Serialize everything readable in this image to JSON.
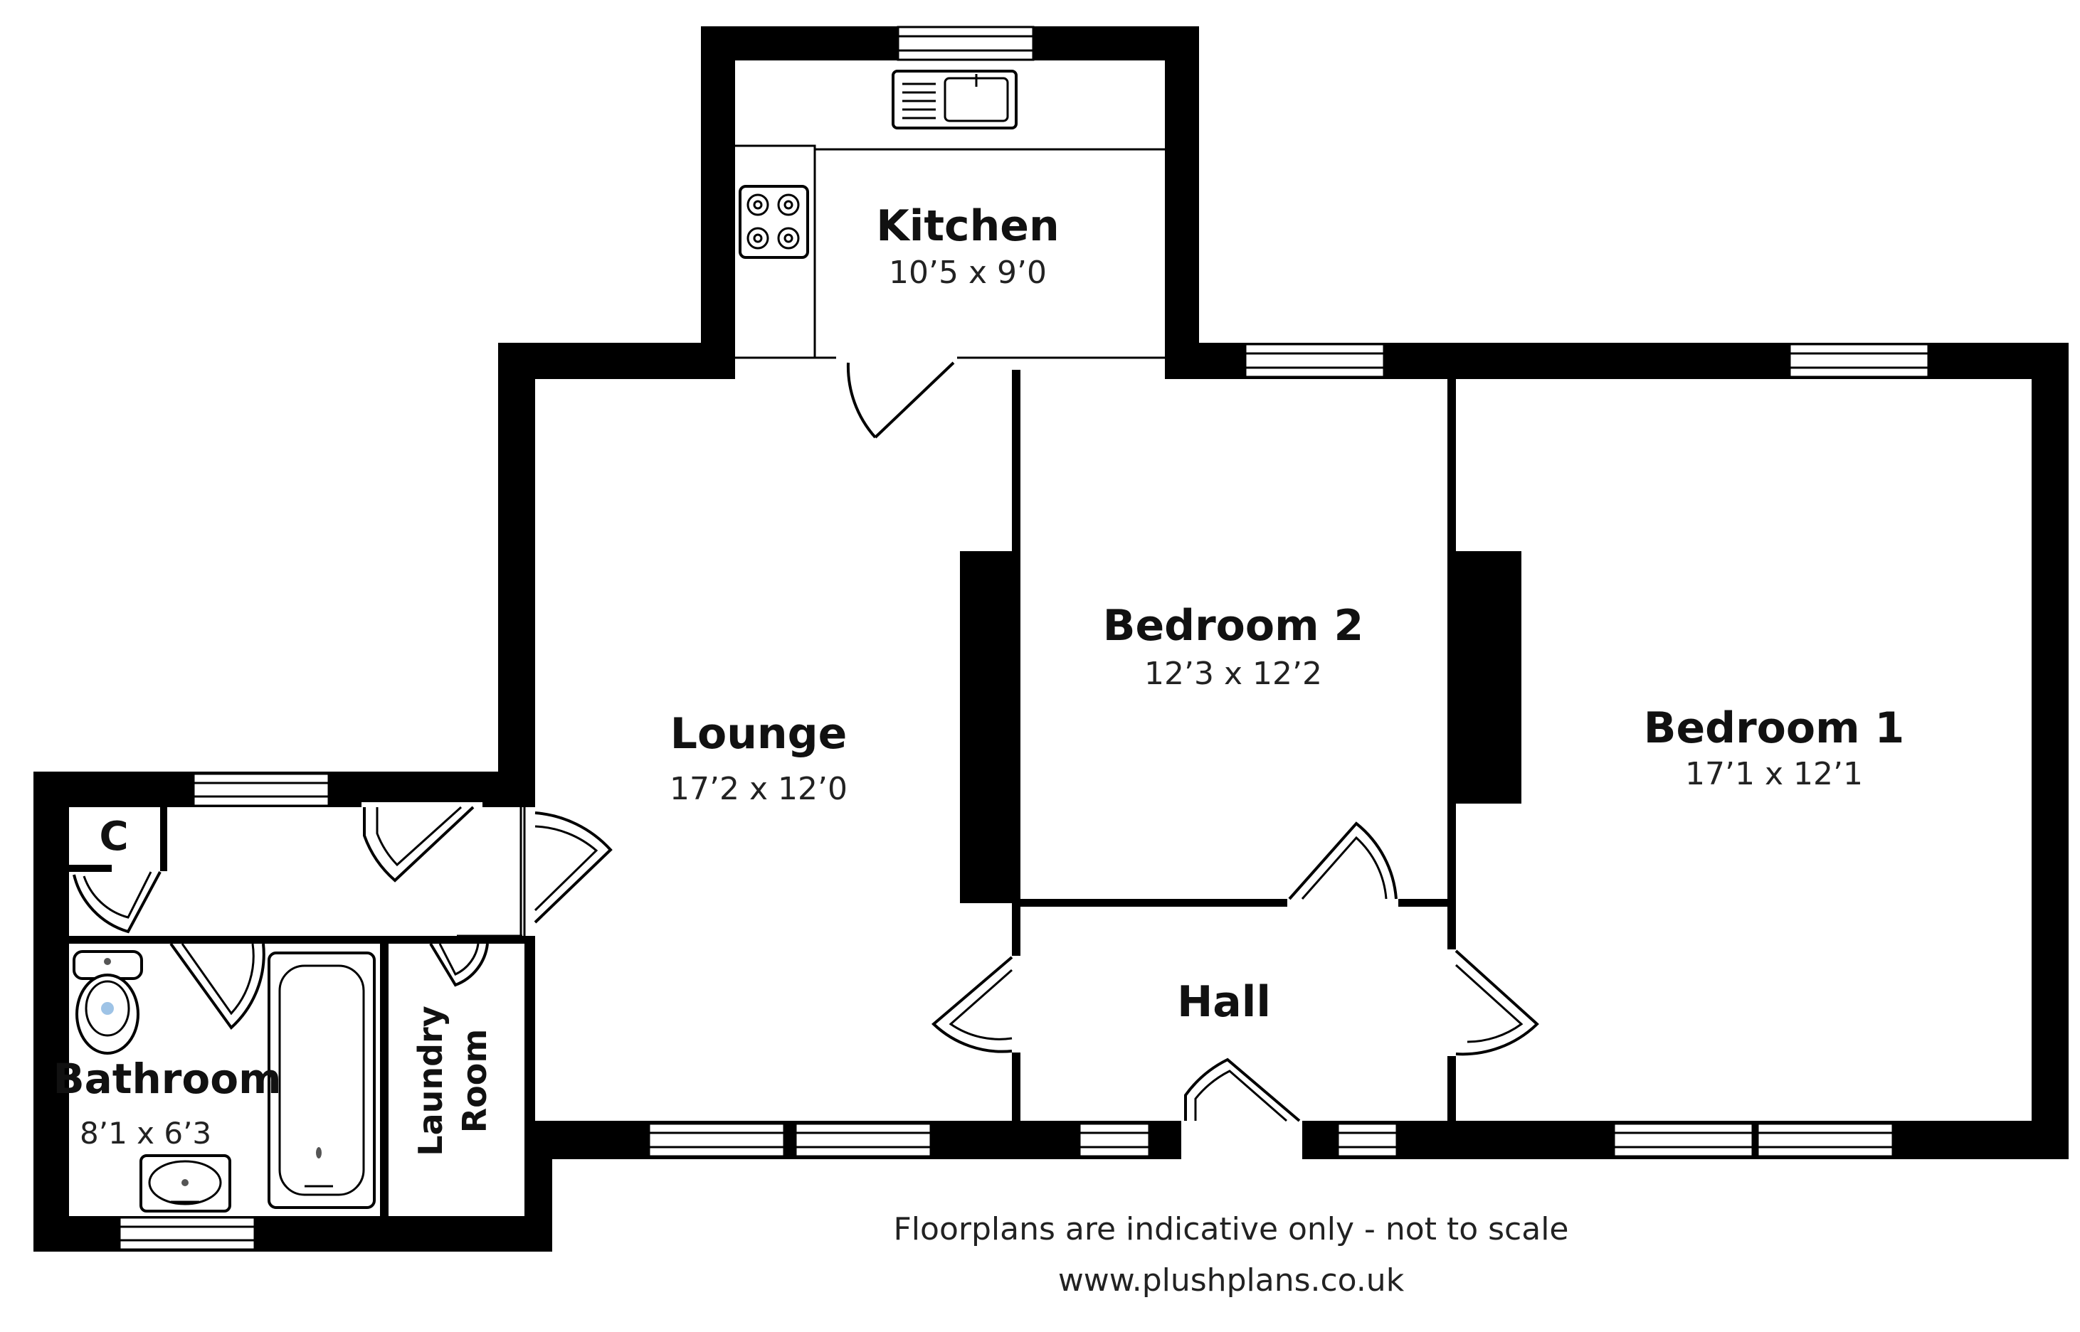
{
  "rooms": {
    "kitchen": {
      "name": "Kitchen",
      "dims": "10’5 x 9’0"
    },
    "lounge": {
      "name": "Lounge",
      "dims": "17’2 x 12’0"
    },
    "bedroom2": {
      "name": "Bedroom 2",
      "dims": "12’3 x 12’2"
    },
    "bedroom1": {
      "name": "Bedroom 1",
      "dims": "17’1 x 12’1"
    },
    "hall": {
      "name": "Hall"
    },
    "bathroom": {
      "name": "Bathroom",
      "dims": "8’1 x 6’3"
    },
    "laundry": {
      "line1": "Laundry",
      "line2": "Room"
    },
    "cupboard": {
      "name": "C"
    }
  },
  "footer": {
    "disclaimer": "Floorplans are indicative only - not to scale",
    "website": "www.plushplans.co.uk"
  },
  "colors": {
    "wall": "#000000",
    "background": "#ffffff",
    "text": "#111111",
    "basin_drain": "#9ec3e6"
  }
}
